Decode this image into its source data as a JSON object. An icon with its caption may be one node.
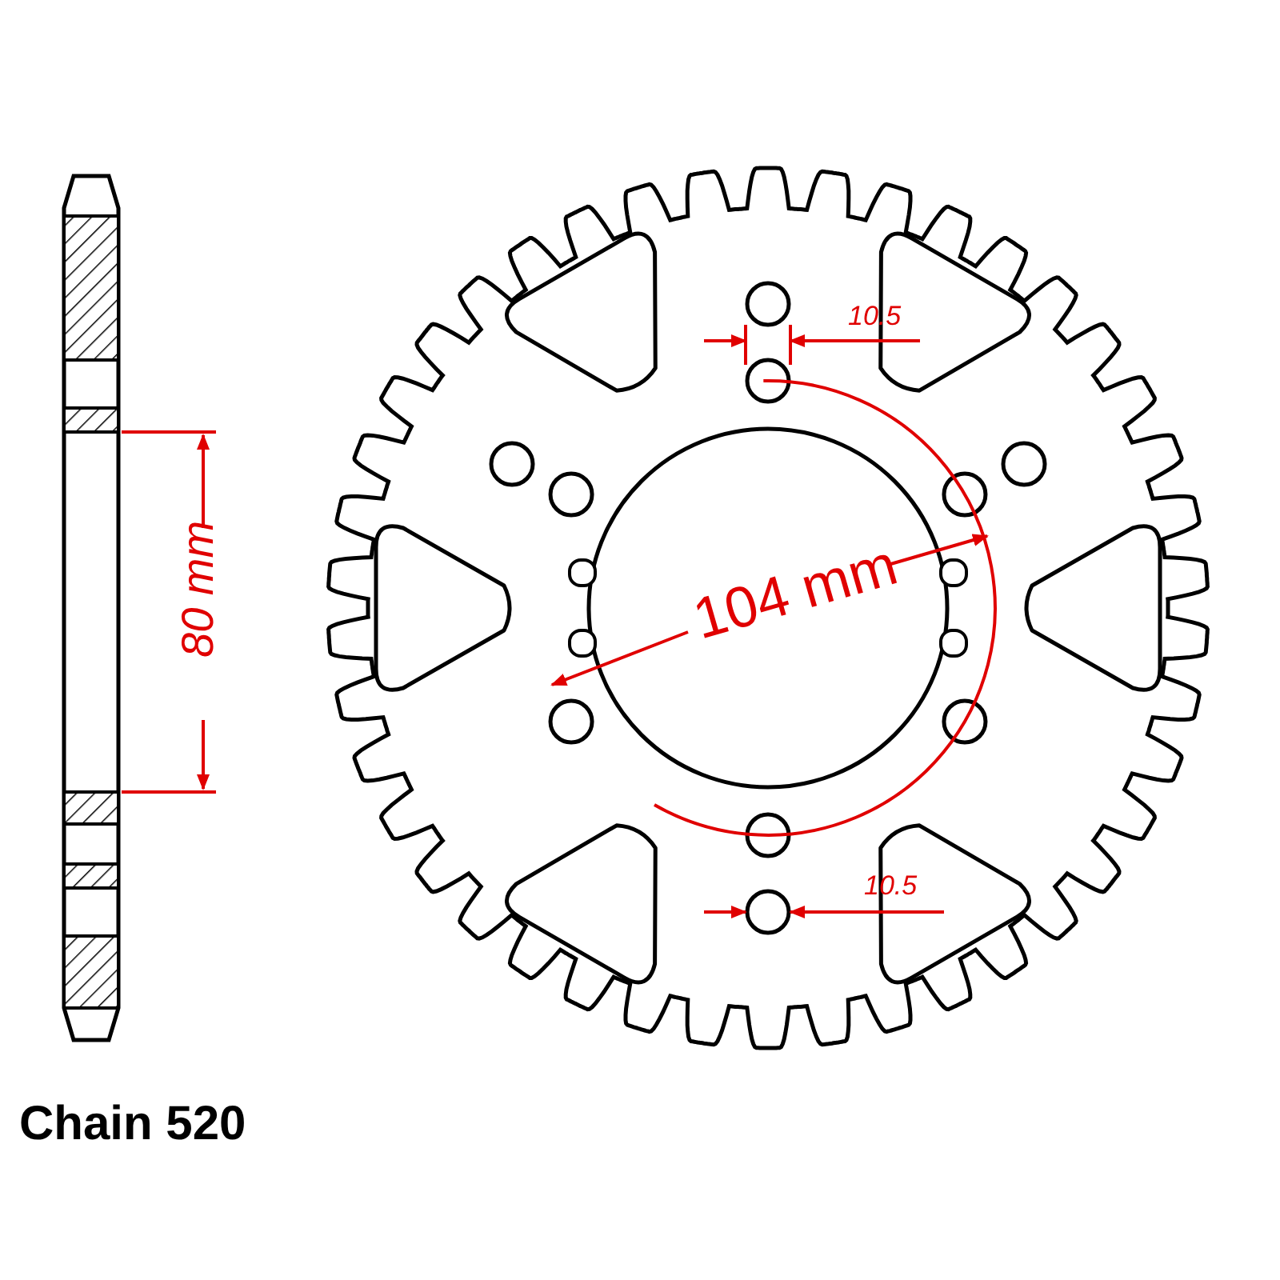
{
  "diagram": {
    "labels": [
      "10.5",
      "80 mm",
      "104 mm",
      "10.5",
      "Chain 520"
    ]
  }
}
